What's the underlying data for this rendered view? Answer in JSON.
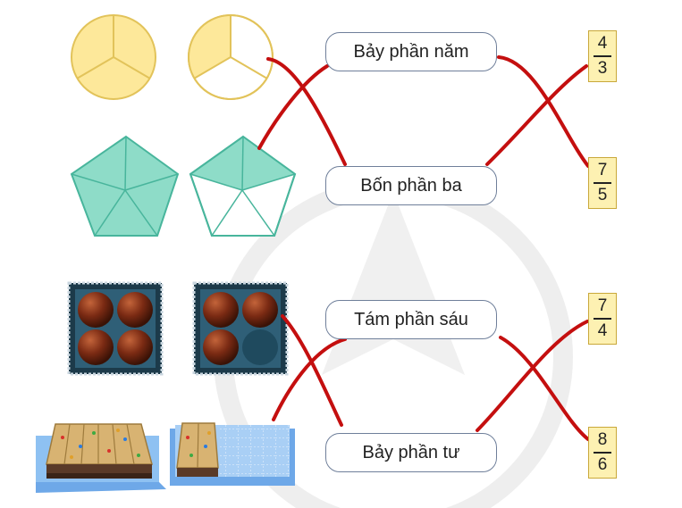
{
  "labels": [
    {
      "id": "bay-phan-nam",
      "text": "Bảy phần năm"
    },
    {
      "id": "bon-phan-ba",
      "text": "Bốn phần ba"
    },
    {
      "id": "tam-phan-sau",
      "text": "Tám phần sáu"
    },
    {
      "id": "bay-phan-tu",
      "text": "Bảy phần tư"
    }
  ],
  "fractions": [
    {
      "id": "4-3",
      "numerator": "4",
      "denominator": "3"
    },
    {
      "id": "7-5",
      "numerator": "7",
      "denominator": "5"
    },
    {
      "id": "7-4",
      "numerator": "7",
      "denominator": "4"
    },
    {
      "id": "8-6",
      "numerator": "8",
      "denominator": "6"
    }
  ],
  "figures": {
    "circles": {
      "parts": 3,
      "shaded_first": 3,
      "shaded_second": 1
    },
    "pentagons": {
      "parts": 5,
      "shaded_first": 5,
      "shaded_second": 2
    },
    "ball_trays": {
      "parts": 4,
      "shaded_first": 4,
      "shaded_second": 3
    },
    "cake_slabs": {
      "parts": 6,
      "shaded_first": 6,
      "shaded_second": 2
    }
  },
  "colors": {
    "circle_fill": "#fde89a",
    "circle_stroke": "#e2c35a",
    "pentagon_fill": "#8edcc8",
    "pentagon_stroke": "#48b59c",
    "tray_bg": "#2f5f77",
    "ball": "#7a2a13",
    "cake": "#d8b372",
    "connector": "#c40f0f"
  }
}
